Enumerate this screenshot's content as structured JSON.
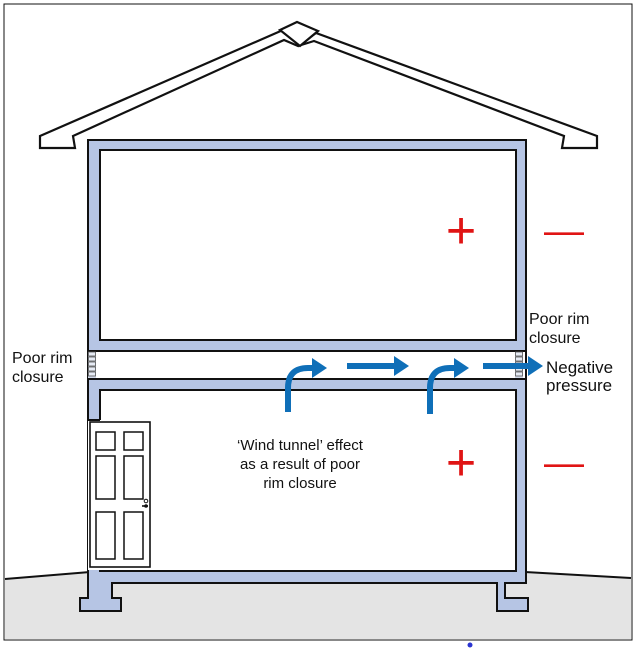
{
  "labels": {
    "left_rim": [
      "Poor rim",
      "closure"
    ],
    "right_rim": [
      "Poor rim",
      "closure"
    ],
    "negative_pressure": [
      "Negative",
      "pressure"
    ],
    "wind_tunnel": [
      "‘Wind tunnel’ effect",
      "as a result of poor",
      "rim closure"
    ]
  },
  "signs": {
    "plus": "+",
    "minus": "—"
  },
  "colors": {
    "wall_fill": "#b6c5e4",
    "outline": "#111111",
    "arrow": "#0f6fb8",
    "sign": "#e01414",
    "ground": "#e4e4e4",
    "rim_gap": "#d3daea",
    "marker_dot": "#2a34d1"
  },
  "icons": {
    "door": "door-icon",
    "arrow": "arrow-icon",
    "roof": "roof-icon"
  }
}
